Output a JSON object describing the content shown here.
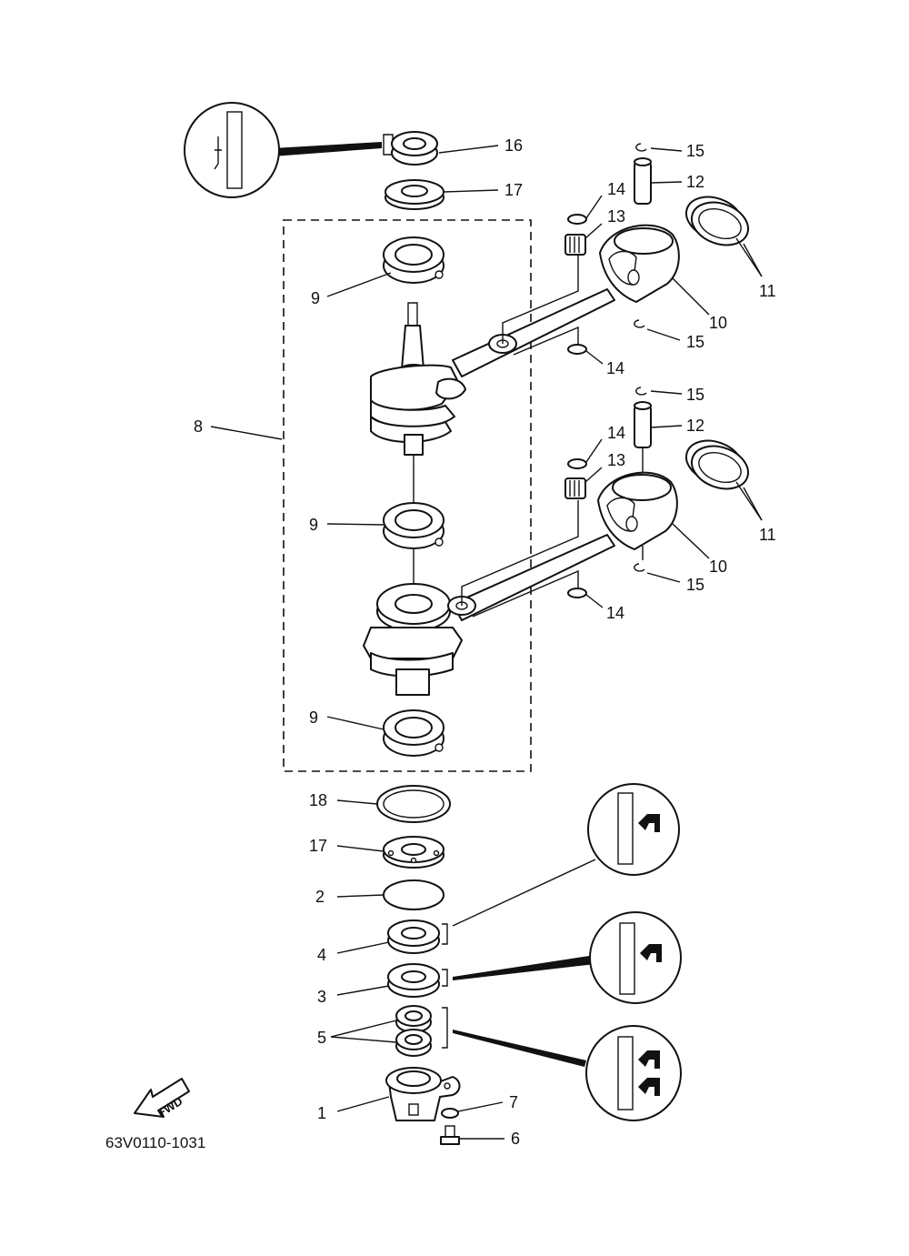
{
  "diagram": {
    "code": "63V0110-1031",
    "fwd_label": "FWD",
    "callouts": {
      "c1": "1",
      "c2": "2",
      "c3": "3",
      "c4": "4",
      "c5": "5",
      "c6": "6",
      "c7": "7",
      "c8": "8",
      "c9a": "9",
      "c9b": "9",
      "c9c": "9",
      "c10a": "10",
      "c10b": "10",
      "c11a": "11",
      "c11b": "11",
      "c12a": "12",
      "c12b": "12",
      "c13a": "13",
      "c13b": "13",
      "c14a": "14",
      "c14b": "14",
      "c14c": "14",
      "c14d": "14",
      "c15a": "15",
      "c15b": "15",
      "c15c": "15",
      "c15d": "15",
      "c16": "16",
      "c17a": "17",
      "c17b": "17",
      "c18": "18"
    },
    "icons": [
      "oil-seal-lip-icon",
      "fwd-arrow-icon"
    ]
  }
}
